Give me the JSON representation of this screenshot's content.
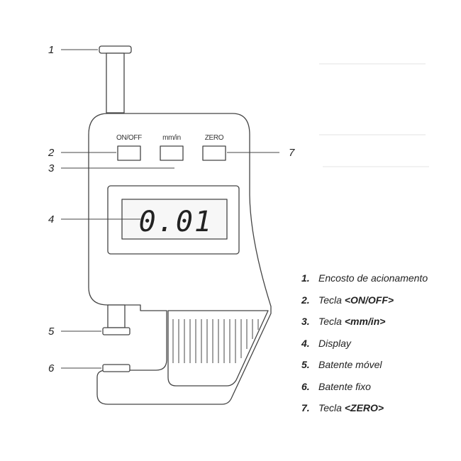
{
  "diagram": {
    "callouts": [
      "1",
      "2",
      "3",
      "4",
      "5",
      "6",
      "7"
    ],
    "buttons": {
      "on_off": "ON/OFF",
      "units": "mm/in",
      "zero": "ZERO"
    },
    "display_value": "0.01"
  },
  "legend": [
    {
      "num": "1.",
      "label": "Encosto de acionamento",
      "key": ""
    },
    {
      "num": "2.",
      "label": "Tecla ",
      "key": "<ON/OFF>"
    },
    {
      "num": "3.",
      "label": "Tecla ",
      "key": "<mm/in>"
    },
    {
      "num": "4.",
      "label": "Display",
      "key": ""
    },
    {
      "num": "5.",
      "label": "Batente móvel",
      "key": ""
    },
    {
      "num": "6.",
      "label": "Batente fixo",
      "key": ""
    },
    {
      "num": "7.",
      "label": "Tecla ",
      "key": "<ZERO>"
    }
  ],
  "colors": {
    "line": "#444444",
    "display_fill": "#f7f7f7"
  }
}
